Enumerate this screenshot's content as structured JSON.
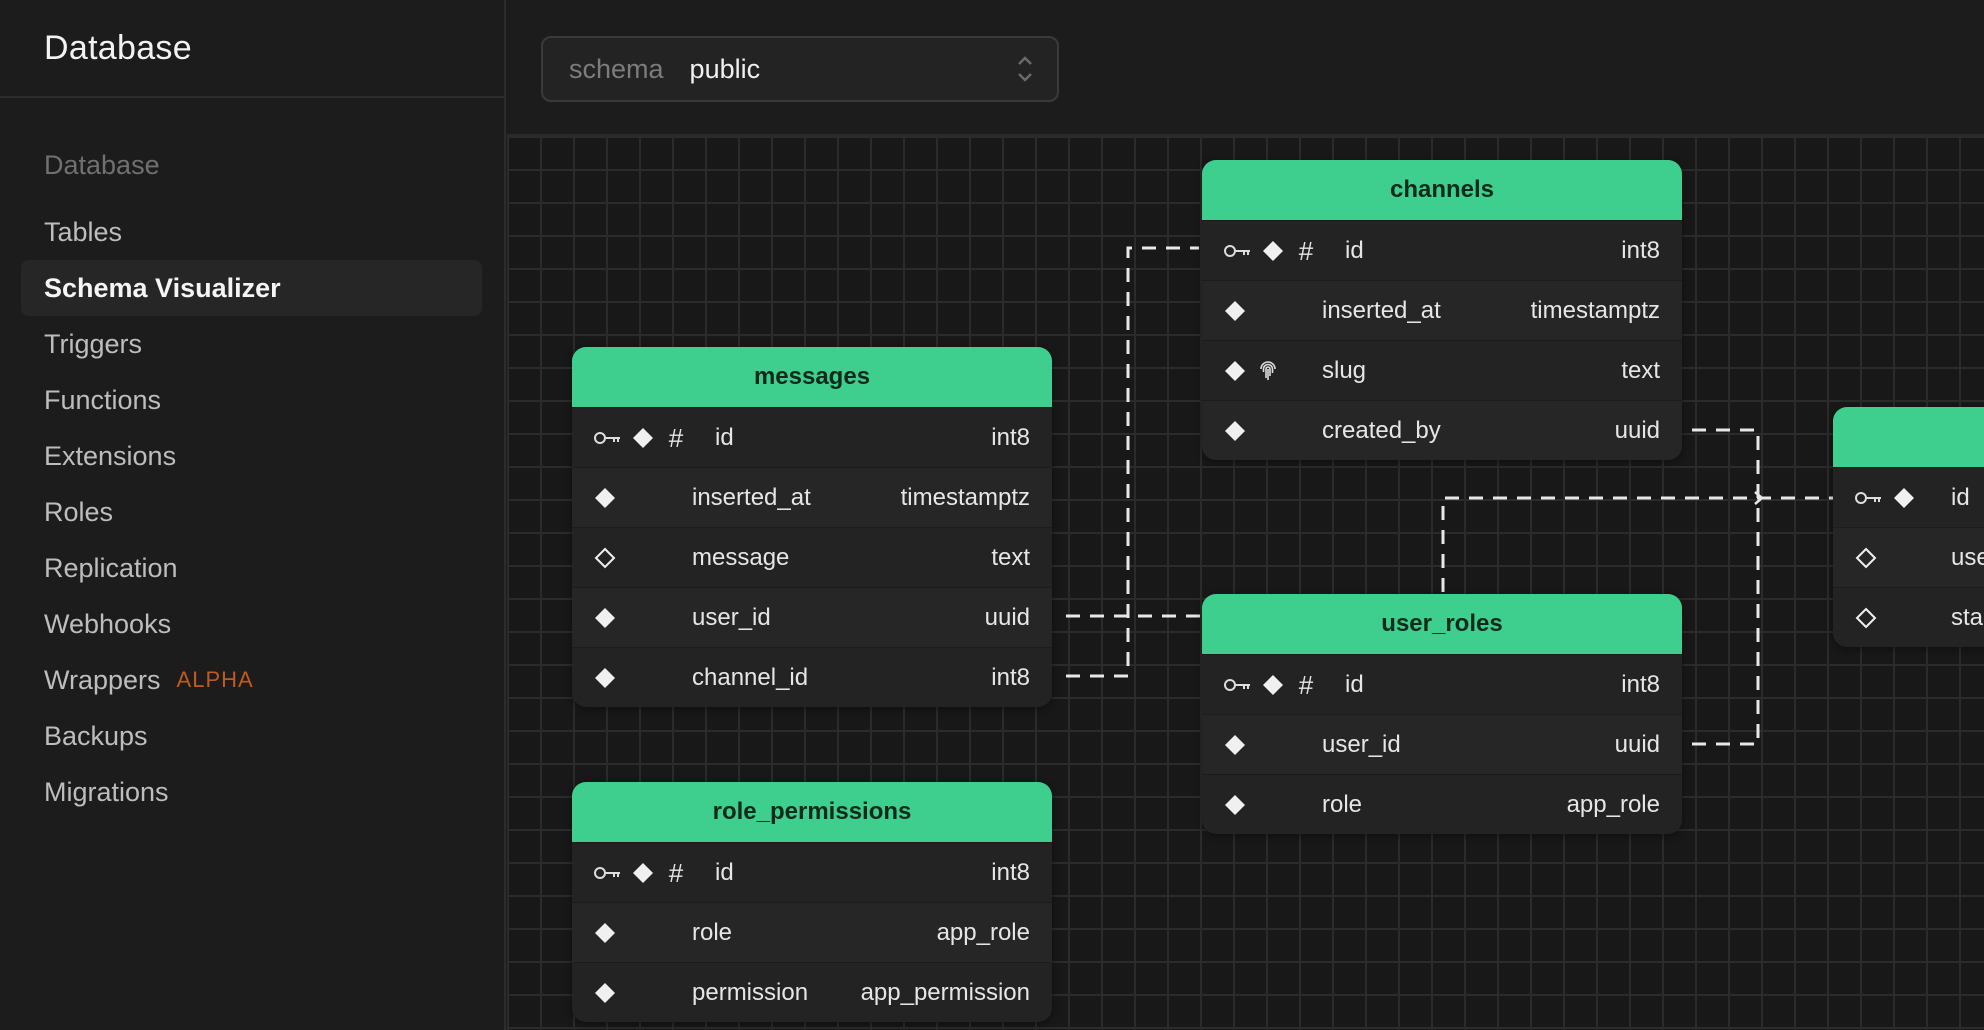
{
  "sidebar": {
    "title": "Database",
    "section_label": "Database",
    "items": [
      {
        "label": "Tables"
      },
      {
        "label": "Schema Visualizer",
        "active": true
      },
      {
        "label": "Triggers"
      },
      {
        "label": "Functions"
      },
      {
        "label": "Extensions"
      },
      {
        "label": "Roles"
      },
      {
        "label": "Replication"
      },
      {
        "label": "Webhooks"
      },
      {
        "label": "Wrappers",
        "badge": "ALPHA"
      },
      {
        "label": "Backups"
      },
      {
        "label": "Migrations"
      }
    ]
  },
  "schema_selector": {
    "label": "schema",
    "value": "public"
  },
  "colors": {
    "header_green": "#3ecf8e",
    "badge_orange": "#c05a1e",
    "background": "#1c1c1c"
  },
  "tables": {
    "channels": {
      "name": "channels",
      "columns": [
        {
          "name": "id",
          "type": "int8",
          "icons": [
            "key-icon",
            "diamond-filled-icon",
            "hash-icon"
          ]
        },
        {
          "name": "inserted_at",
          "type": "timestamptz",
          "icons": [
            "diamond-filled-icon"
          ]
        },
        {
          "name": "slug",
          "type": "text",
          "icons": [
            "diamond-filled-icon",
            "fingerprint-icon"
          ]
        },
        {
          "name": "created_by",
          "type": "uuid",
          "icons": [
            "diamond-filled-icon"
          ]
        }
      ]
    },
    "messages": {
      "name": "messages",
      "columns": [
        {
          "name": "id",
          "type": "int8",
          "icons": [
            "key-icon",
            "diamond-filled-icon",
            "hash-icon"
          ]
        },
        {
          "name": "inserted_at",
          "type": "timestamptz",
          "icons": [
            "diamond-filled-icon"
          ]
        },
        {
          "name": "message",
          "type": "text",
          "icons": [
            "diamond-outline-icon"
          ]
        },
        {
          "name": "user_id",
          "type": "uuid",
          "icons": [
            "diamond-filled-icon"
          ]
        },
        {
          "name": "channel_id",
          "type": "int8",
          "icons": [
            "diamond-filled-icon"
          ]
        }
      ]
    },
    "user_roles": {
      "name": "user_roles",
      "columns": [
        {
          "name": "id",
          "type": "int8",
          "icons": [
            "key-icon",
            "diamond-filled-icon",
            "hash-icon"
          ]
        },
        {
          "name": "user_id",
          "type": "uuid",
          "icons": [
            "diamond-filled-icon"
          ]
        },
        {
          "name": "role",
          "type": "app_role",
          "icons": [
            "diamond-filled-icon"
          ]
        }
      ]
    },
    "role_permissions": {
      "name": "role_permissions",
      "columns": [
        {
          "name": "id",
          "type": "int8",
          "icons": [
            "key-icon",
            "diamond-filled-icon",
            "hash-icon"
          ]
        },
        {
          "name": "role",
          "type": "app_role",
          "icons": [
            "diamond-filled-icon"
          ]
        },
        {
          "name": "permission",
          "type": "app_permission",
          "icons": [
            "diamond-filled-icon"
          ]
        }
      ]
    },
    "partial": {
      "name": "",
      "columns": [
        {
          "name": "id",
          "type": "",
          "icons": [
            "key-icon",
            "diamond-filled-icon"
          ]
        },
        {
          "name": "use",
          "type": "",
          "icons": [
            "diamond-outline-icon"
          ]
        },
        {
          "name": "sta",
          "type": "",
          "icons": [
            "diamond-outline-icon"
          ]
        }
      ]
    }
  }
}
